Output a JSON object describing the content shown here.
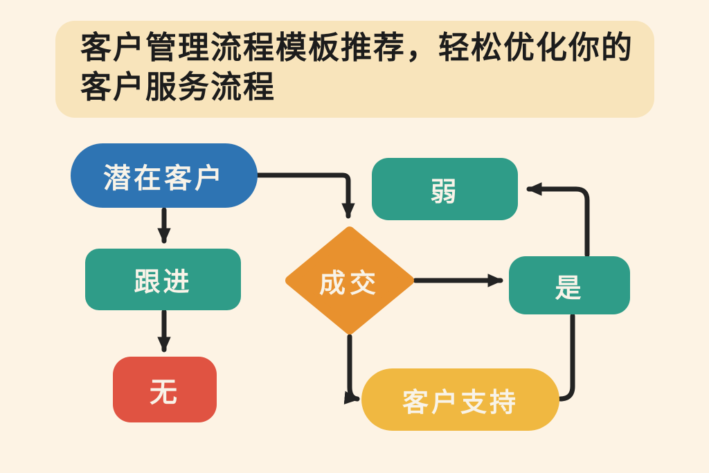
{
  "title": {
    "line1": "客户管理流程模板推荐，轻松优化你的",
    "line2": "客户服务流程"
  },
  "colors": {
    "background": "#fdf3e4",
    "title_card": "#f8e4bb",
    "title_text": "#1c1c1c",
    "arrow": "#232323",
    "node_text": "#f8f3e8",
    "blue": "#2e74b3",
    "teal": "#2f9c88",
    "red": "#e05342",
    "orange": "#e8912e",
    "yellow": "#f0b841"
  },
  "nodes": {
    "lead": {
      "label": "潜在客户",
      "shape": "pill",
      "color": "#2e74b3"
    },
    "follow_up": {
      "label": "跟进",
      "shape": "rounded-rect",
      "color": "#2f9c88"
    },
    "none": {
      "label": "无",
      "shape": "rounded-rect",
      "color": "#e05342"
    },
    "deal": {
      "label": "成交",
      "shape": "diamond",
      "color": "#e8912e"
    },
    "weak": {
      "label": "弱",
      "shape": "rounded-rect",
      "color": "#2f9c88"
    },
    "yes": {
      "label": "是",
      "shape": "rounded-rect",
      "color": "#2f9c88"
    },
    "support": {
      "label": "客户支持",
      "shape": "pill",
      "color": "#f0b841"
    }
  },
  "edges": [
    {
      "from": "lead",
      "to": "follow_up",
      "style": "straight-down-arrow"
    },
    {
      "from": "follow_up",
      "to": "none",
      "style": "straight-down-arrow"
    },
    {
      "from": "lead",
      "to": "deal",
      "style": "right-then-down-arrow"
    },
    {
      "from": "deal",
      "to": "yes",
      "style": "straight-right-arrow"
    },
    {
      "from": "deal",
      "to": "support",
      "style": "down-then-right-arrow"
    },
    {
      "from": "yes",
      "to": "weak",
      "style": "up-then-left-arrow"
    },
    {
      "from": "yes",
      "to": "support",
      "style": "down-then-left-line"
    }
  ]
}
